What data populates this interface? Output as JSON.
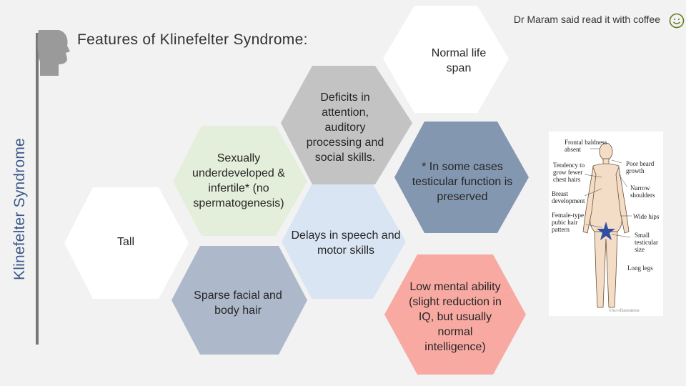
{
  "slide": {
    "vertical_title": "Klinefelter Syndrome",
    "title": "Features of Klinefelter Syndrome:",
    "note": "Dr Maram said read it with coffee",
    "note_icon": "smiley-icon"
  },
  "hexagons": {
    "normal_life_span": "Normal life span",
    "deficits": "Deficits in attention, auditory processing and social skills.",
    "sexually": "Sexually underdeveloped & infertile* (no spermatogenesis)",
    "testicular": "* In some cases testicular function is preserved",
    "tall": "Tall",
    "delays": "Delays in speech and motor skills",
    "sparse": "Sparse facial and body hair",
    "low_mental": "Low mental ability (slight reduction in IQ, but usually normal intelligence)"
  },
  "figure_labels": {
    "frontal": "Frontal baldness absent",
    "poor_beard": "Poor beard growth",
    "chest_hair": "Tendency to grow fewer chest hairs",
    "narrow": "Narrow shoulders",
    "breast": "Breast development",
    "wide_hips": "Wide hips",
    "pubic": "Female-type pubic hair pattern",
    "small_testicular": "Small testicular size",
    "long_legs": "Long legs",
    "copyright": "©Sci-illustrations"
  },
  "colors": {
    "white_hex": "#ffffff",
    "green_hex": "#e3eedb",
    "gray_hex": "#c3c3c3",
    "slate_hex": "#8497b0",
    "lightblue_hex": "#dae5f3",
    "bluegray_hex": "#adb9ca",
    "salmon_hex": "#f7a9a2",
    "title_blue": "#3b5a8a",
    "star": "#2f4ea0"
  }
}
